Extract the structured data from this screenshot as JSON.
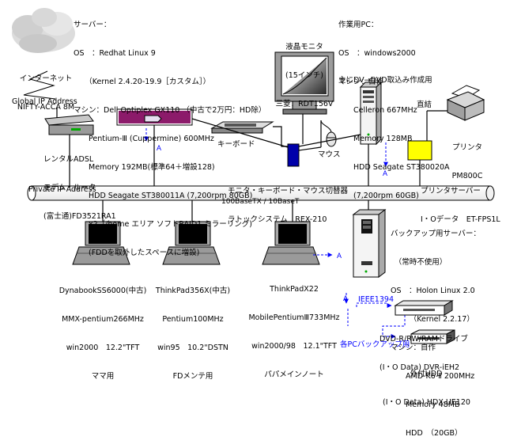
{
  "server_main": {
    "lines": [
      "サーバー：",
      "OS　：Redhat Linux 9",
      "　　（Kernel 2.4.20-19.9［カスタム］）",
      "マシン：Dell Optiplex GX110 （中古で2万円：HD除）",
      "　　Pentium-Ⅲ (Cuppermine) 600MHz",
      "　　Memory 192MB(標準64＋増設128)",
      "　　HDD Seagate ST380011A (7,200rpm 80GB)",
      "　　x2（/home エリア ソフトRAID1 ミラーリング)",
      "　　(FDDを取外したスペースに増設)"
    ]
  },
  "internet": {
    "label": "インターネット",
    "provider": "NIFTY-ACCA 8M"
  },
  "global_ip": "Global IP Address",
  "private_ip": "Private IP Address",
  "router": {
    "lines": [
      "レンタルADSL",
      "モデム・ルータ",
      "(富士通)FD3521RA1"
    ]
  },
  "monitor": {
    "lines": [
      "液晶モニタ",
      "(15インチ)",
      "三菱：RDT156V"
    ]
  },
  "workpc": {
    "lines": [
      "作業用PC：",
      "OS　：windows2000",
      "マシン：自作",
      "　　Celleron 667MHz",
      "　　Memory 128MB",
      "　　HDD Seagate ST380020A",
      "　　(7,200rpm 60GB)"
    ],
    "note": "主にDV→DVD取込み作成用"
  },
  "printer": {
    "direct": "直結",
    "lines": [
      "プリンタ",
      "PM800C"
    ]
  },
  "keyboard": "キーボード",
  "mouse": "マウス",
  "kvm": {
    "lines": [
      "モニタ・キーボード・マウス切替器",
      "ラトックシステム　REX-210"
    ]
  },
  "print_server": {
    "lines": [
      "プリンタサーバー",
      "I・Oデータ　ET-FPS1L"
    ]
  },
  "network": "100BaseTX / 10BaseT",
  "backup": {
    "lines": [
      "バックアップ用サーバー：",
      "　（常時不使用）",
      "OS　：Holon Linux 2.0",
      "　　　（Kernel 2.2.17）",
      "マシン：自作",
      "　　AMD-K6-Ⅱ 200MHz",
      "　　Memory 48MB",
      "　　HDD　（20GB）"
    ]
  },
  "laptops": [
    {
      "lines": [
        "DynabookSS6000(中古)",
        "MMX-pentium266MHz",
        "win2000　12.2\"TFT",
        "ママ用"
      ]
    },
    {
      "lines": [
        "ThinkPad356X(中古)",
        "Pentium100MHz",
        "win95　10.2\"DSTN",
        "FDメンテ用"
      ]
    },
    {
      "lines": [
        "ThinkPadX22",
        "MobilePentiumⅢ733MHz",
        "win2000/98　12.1\"TFT",
        "パパメインノート"
      ]
    }
  ],
  "ieee": "IEEE1394",
  "dvd": {
    "lines": [
      "DVD-R/RW/RAMドライブ",
      "(I・O Data) DVR-iEH2"
    ]
  },
  "backup_note": "各PCバックアップ用",
  "hdd": {
    "lines": [
      "外付HDD",
      "(I・O Data) HDX-UE120"
    ]
  },
  "arrow_label": "A"
}
